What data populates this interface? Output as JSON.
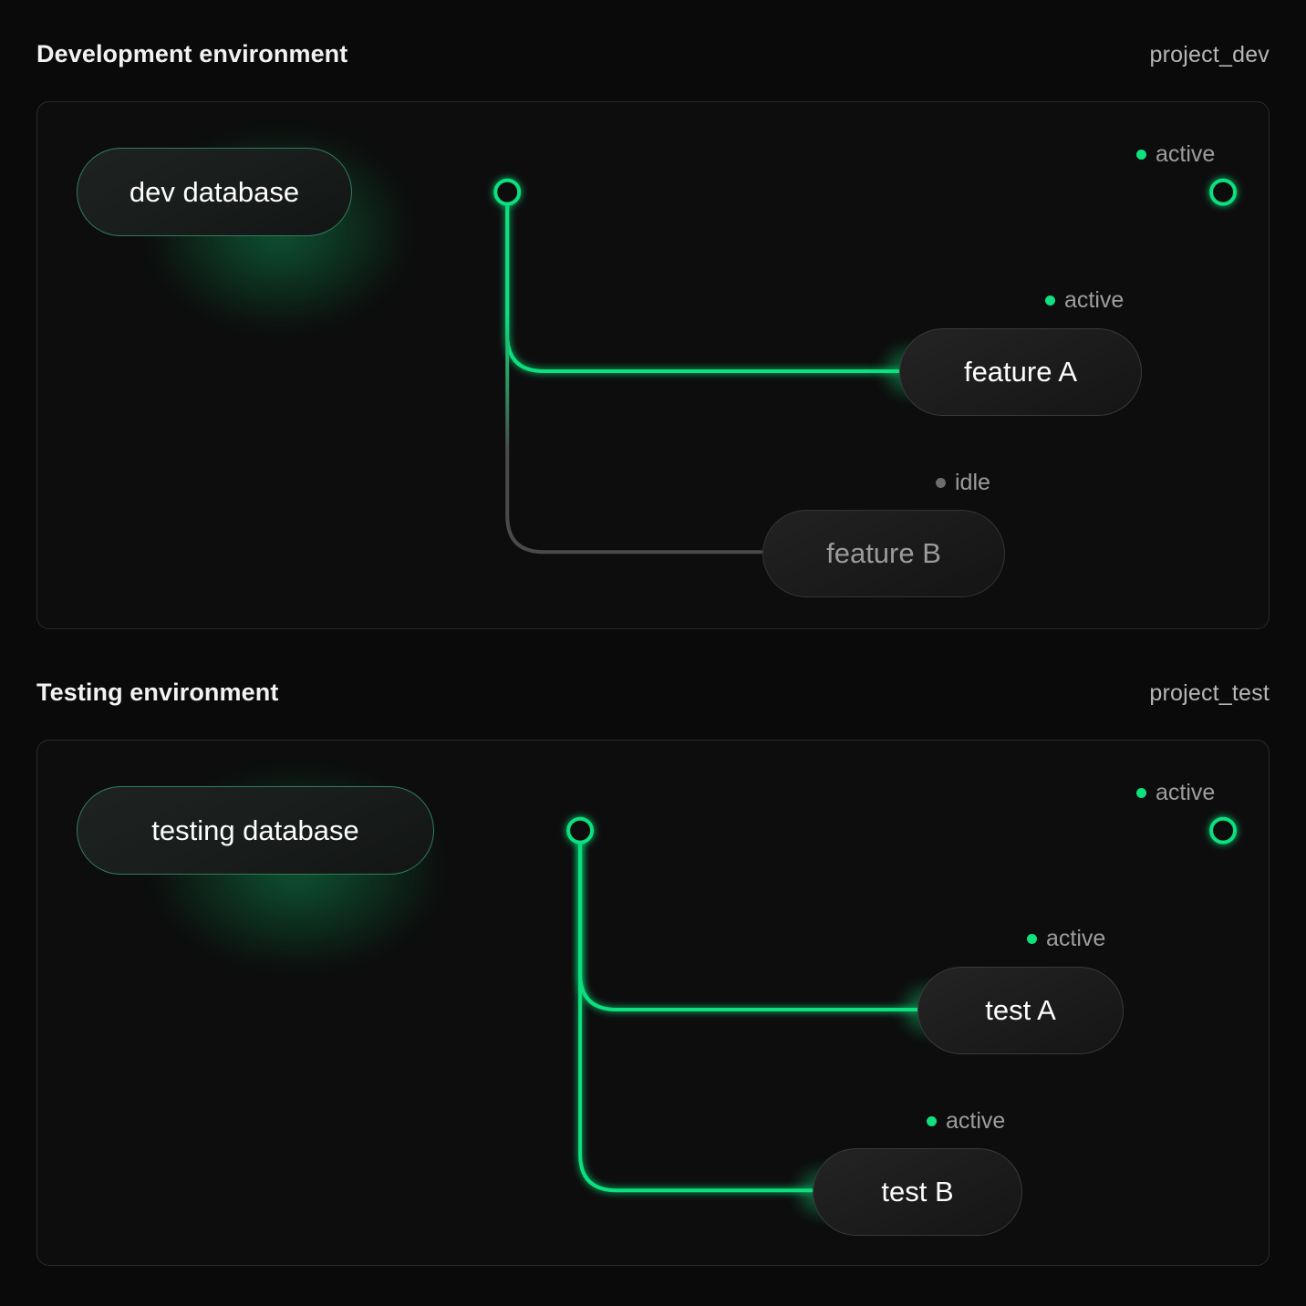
{
  "theme": {
    "background": "#0a0a0a",
    "panel_bg": "#0d0d0d",
    "panel_border": "#2a2a2a",
    "accent_green": "#10e07e",
    "idle_grey": "#6d6d6d",
    "text_primary": "#f2f2f2",
    "text_muted": "#9d9d9d"
  },
  "sections": [
    {
      "title": "Development environment",
      "project": "project_dev",
      "nodes": [
        {
          "id": "dev-database",
          "label": "dev database",
          "kind": "database",
          "state": "active"
        },
        {
          "id": "feature-a",
          "label": "feature A",
          "kind": "service",
          "state": "active"
        },
        {
          "id": "feature-b",
          "label": "feature B",
          "kind": "service",
          "state": "idle"
        }
      ],
      "statuses": [
        {
          "for": "trunk-endpoint",
          "label": "active",
          "state": "active"
        },
        {
          "for": "feature-a",
          "label": "active",
          "state": "active"
        },
        {
          "for": "feature-b",
          "label": "idle",
          "state": "idle"
        }
      ]
    },
    {
      "title": "Testing environment",
      "project": "project_test",
      "nodes": [
        {
          "id": "testing-database",
          "label": "testing database",
          "kind": "database",
          "state": "active"
        },
        {
          "id": "test-a",
          "label": "test A",
          "kind": "service",
          "state": "active"
        },
        {
          "id": "test-b",
          "label": "test B",
          "kind": "service",
          "state": "active"
        }
      ],
      "statuses": [
        {
          "for": "trunk-endpoint",
          "label": "active",
          "state": "active"
        },
        {
          "for": "test-a",
          "label": "active",
          "state": "active"
        },
        {
          "for": "test-b",
          "label": "active",
          "state": "active"
        }
      ]
    }
  ]
}
